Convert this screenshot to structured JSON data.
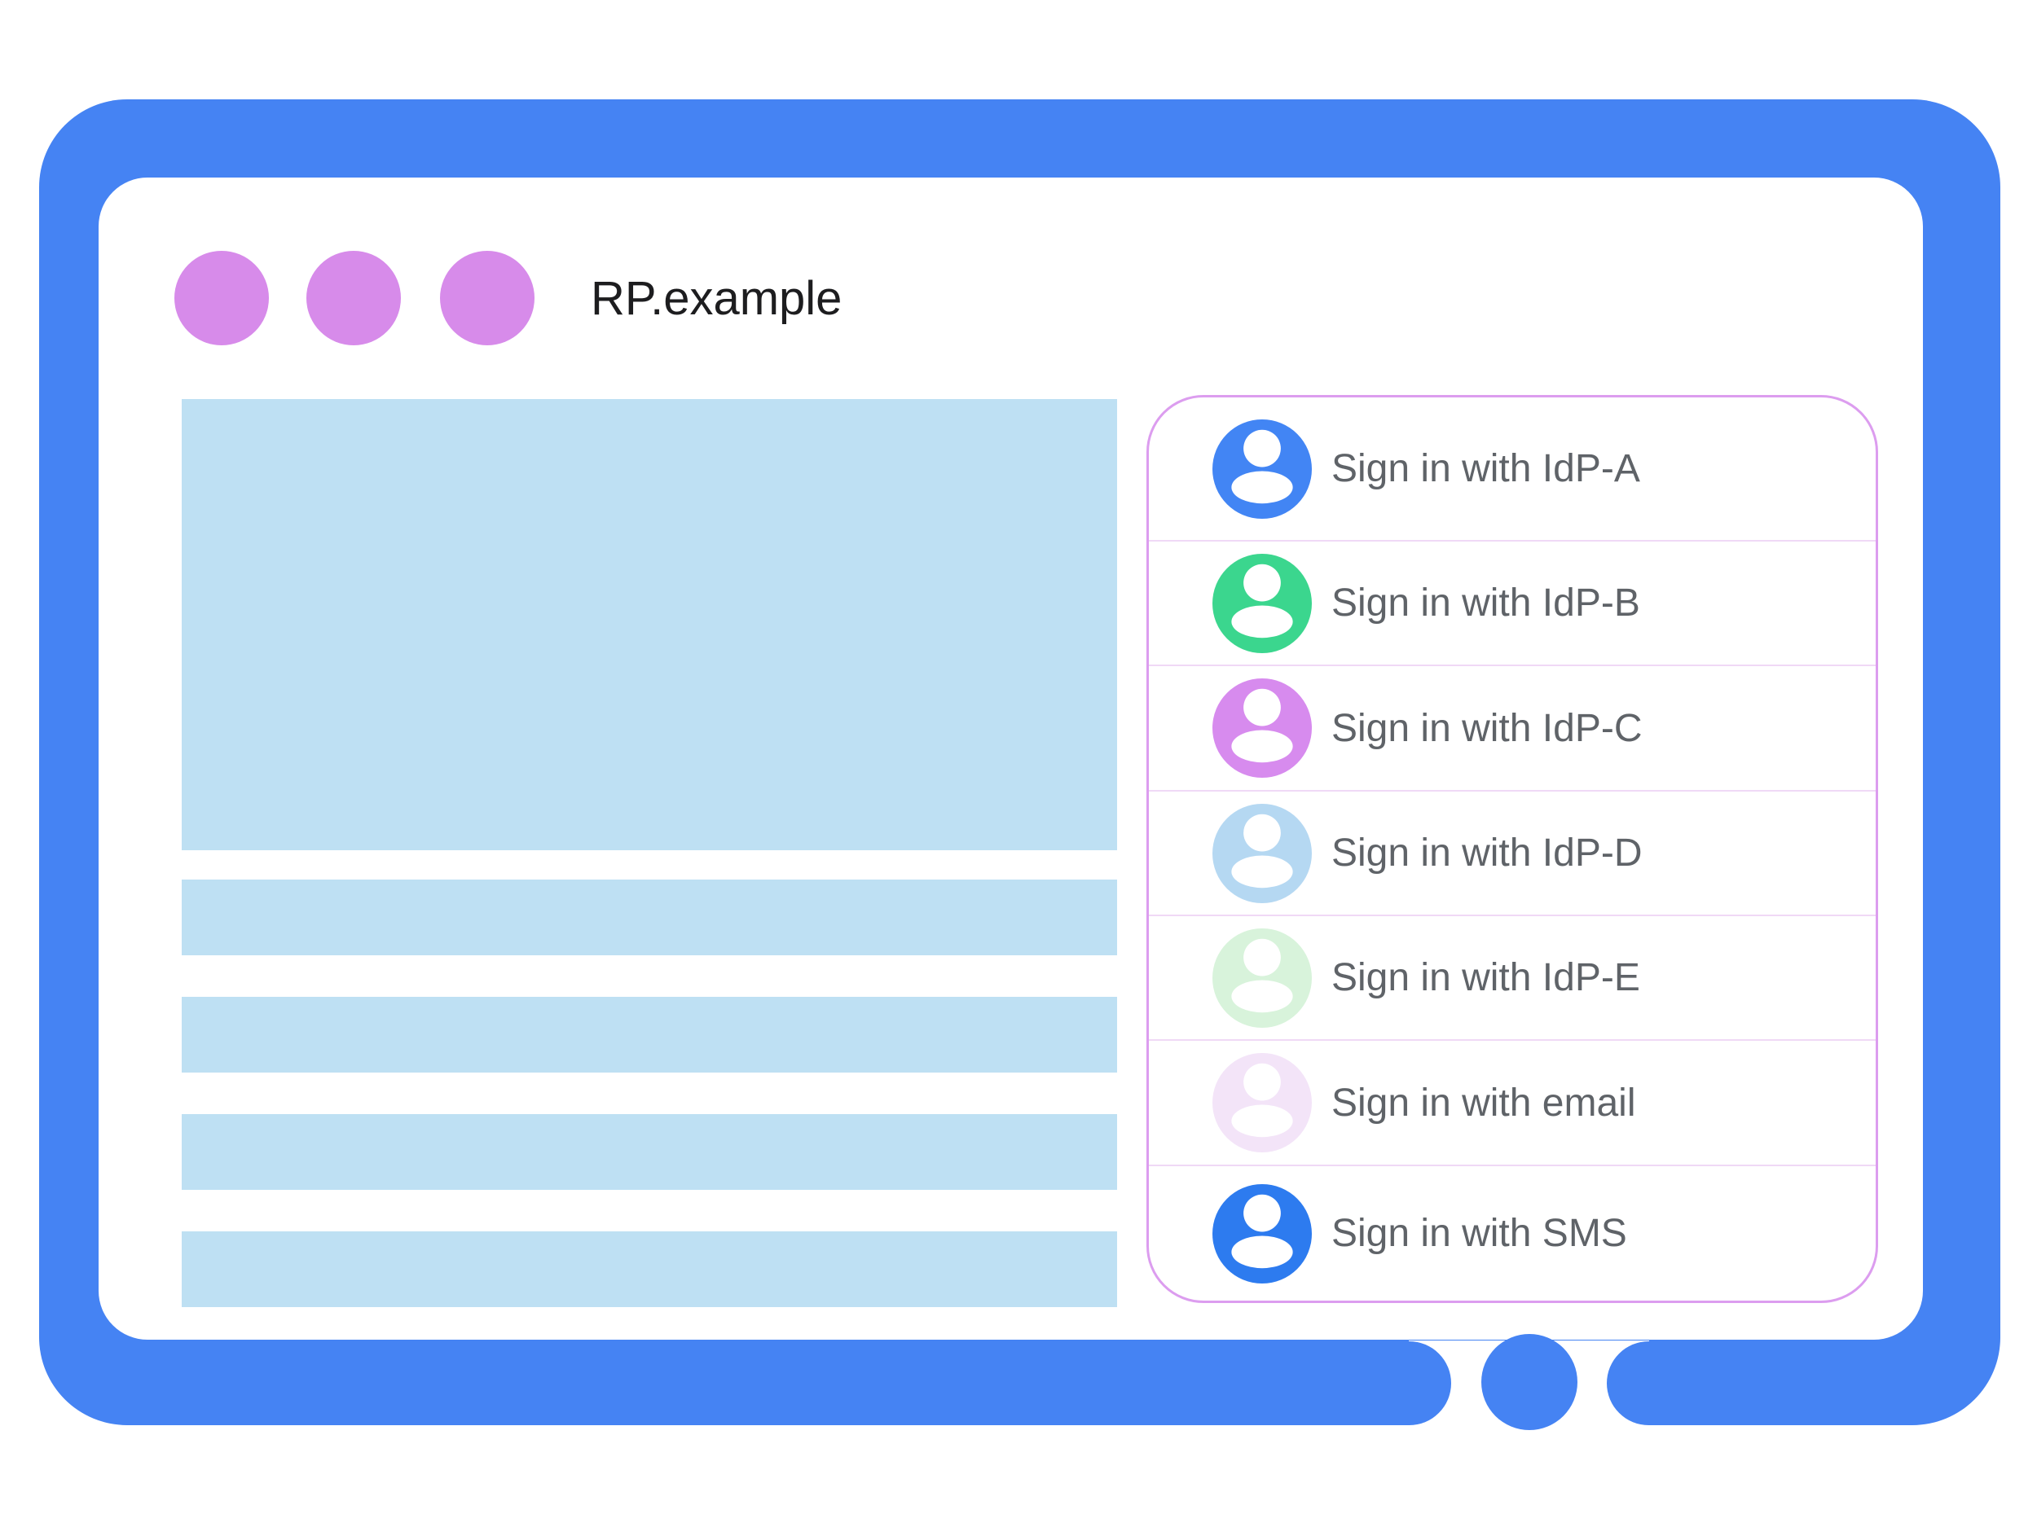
{
  "browser": {
    "title": "RP.example",
    "window_controls_count": 3
  },
  "signin_panel": {
    "options": [
      {
        "label": "Sign in with IdP-A",
        "avatar_color": "#4285F4",
        "avatar_icon": "person-icon"
      },
      {
        "label": "Sign in with IdP-B",
        "avatar_color": "#3BD68E",
        "avatar_icon": "person-icon"
      },
      {
        "label": "Sign in with IdP-C",
        "avatar_color": "#D78BEE",
        "avatar_icon": "person-icon"
      },
      {
        "label": "Sign in with IdP-D",
        "avatar_color": "#B5D8F2",
        "avatar_icon": "person-icon"
      },
      {
        "label": "Sign in with IdP-E",
        "avatar_color": "#D8F3DB",
        "avatar_icon": "person-icon"
      },
      {
        "label": "Sign in with email",
        "avatar_color": "#F3E4F8",
        "avatar_icon": "person-icon"
      },
      {
        "label": "Sign in with SMS",
        "avatar_color": "#2D7BEF",
        "avatar_icon": "person-icon"
      }
    ]
  },
  "placeholders": {
    "hero_blocks": 1,
    "text_bars": 4
  },
  "device": {
    "home_button": "home-button"
  },
  "colors": {
    "frame_blue": "#4583F3",
    "control_purple": "#D78BEA",
    "skeleton_blue": "#BEE0F3",
    "panel_border": "#DC9DEF",
    "divider_color": "#F0D9F6",
    "label_gray": "#5F6368",
    "title_color": "#1D1D1F"
  }
}
